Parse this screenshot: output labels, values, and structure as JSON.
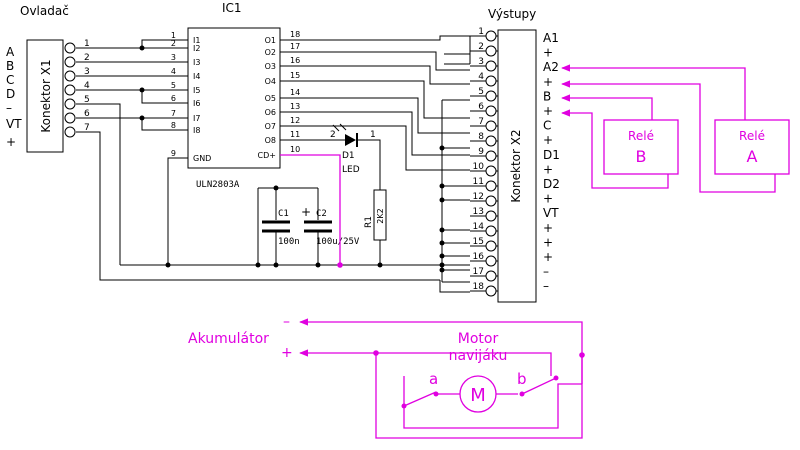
{
  "colors": {
    "black": "#000000",
    "accent": "#e000e0"
  },
  "x1": {
    "title": "Ovladač",
    "connector_label": "Konektor X1",
    "side_labels": [
      "A",
      "B",
      "C",
      "D",
      "–",
      "VT",
      "+"
    ],
    "pins": [
      "1",
      "2",
      "3",
      "4",
      "5",
      "6",
      "7"
    ]
  },
  "ic": {
    "name": "IC1",
    "part": "ULN2803A",
    "left_pins": [
      {
        "num": "1",
        "name": "I1"
      },
      {
        "num": "2",
        "name": "I2"
      },
      {
        "num": "3",
        "name": "I3"
      },
      {
        "num": "4",
        "name": "I4"
      },
      {
        "num": "5",
        "name": "I5"
      },
      {
        "num": "6",
        "name": "I6"
      },
      {
        "num": "7",
        "name": "I7"
      },
      {
        "num": "8",
        "name": "I8"
      },
      {
        "num": "9",
        "name": "GND"
      }
    ],
    "right_pins": [
      {
        "num": "18",
        "name": "O1"
      },
      {
        "num": "17",
        "name": "O2"
      },
      {
        "num": "16",
        "name": "O3"
      },
      {
        "num": "15",
        "name": "O4"
      },
      {
        "num": "14",
        "name": "O5"
      },
      {
        "num": "13",
        "name": "O6"
      },
      {
        "num": "12",
        "name": "O7"
      },
      {
        "num": "11",
        "name": "O8"
      },
      {
        "num": "10",
        "name": "CD+"
      }
    ]
  },
  "components": {
    "c1_name": "C1",
    "c1_value": "100n",
    "c2_name": "C2",
    "c2_value": "100u/25V",
    "c2_plus": "+",
    "r1_name": "R1",
    "r1_value": "2K2",
    "d1_name": "D1",
    "d1_type": "LED",
    "d1_pin_a": "2",
    "d1_pin_k": "1"
  },
  "x2": {
    "title": "Výstupy",
    "connector_label": "Konektor X2",
    "pins": [
      "1",
      "2",
      "3",
      "4",
      "5",
      "6",
      "7",
      "8",
      "9",
      "10",
      "11",
      "12",
      "13",
      "14",
      "15",
      "16",
      "17",
      "18"
    ],
    "side_labels": [
      "A1",
      "+",
      "A2",
      "+",
      "B",
      "+",
      "C",
      "+",
      "D1",
      "+",
      "D2",
      "+",
      "VT",
      "+",
      "+",
      "+",
      "–",
      "–"
    ]
  },
  "relays": [
    {
      "line1": "Relé",
      "line2": "B"
    },
    {
      "line1": "Relé",
      "line2": "A"
    }
  ],
  "battery": {
    "label": "Akumulátor",
    "minus": "–",
    "plus": "+"
  },
  "motor": {
    "title_line1": "Motor",
    "title_line2": "navijáku",
    "symbol": "M",
    "switch_a": "a",
    "switch_b": "b"
  }
}
